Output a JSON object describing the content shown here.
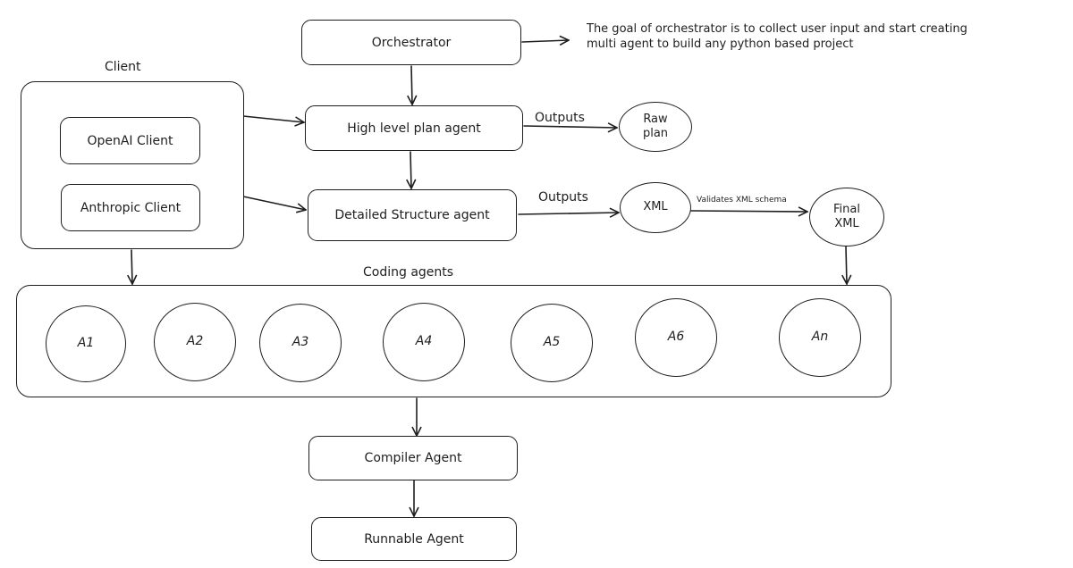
{
  "orchestrator": {
    "label": "Orchestrator",
    "note_line1": "The goal of orchestrator is to collect user input and start creating",
    "note_line2": "multi agent to build any python based project"
  },
  "client": {
    "title": "Client",
    "openai": "OpenAI Client",
    "anthropic": "Anthropic Client"
  },
  "plan_agent": {
    "label": "High level plan agent",
    "outputs": "Outputs"
  },
  "raw_plan": {
    "line1": "Raw",
    "line2": "plan"
  },
  "structure_agent": {
    "label": "Detailed Structure agent",
    "outputs": "Outputs"
  },
  "xml": {
    "label": "XML",
    "validate": "Validates XML schema"
  },
  "final_xml": {
    "line1": "Final",
    "line2": "XML"
  },
  "coding": {
    "title": "Coding agents",
    "agents": [
      "A1",
      "A2",
      "A3",
      "A4",
      "A5",
      "A6",
      "An"
    ]
  },
  "compiler": {
    "label": "Compiler Agent"
  },
  "runnable": {
    "label": "Runnable Agent"
  }
}
